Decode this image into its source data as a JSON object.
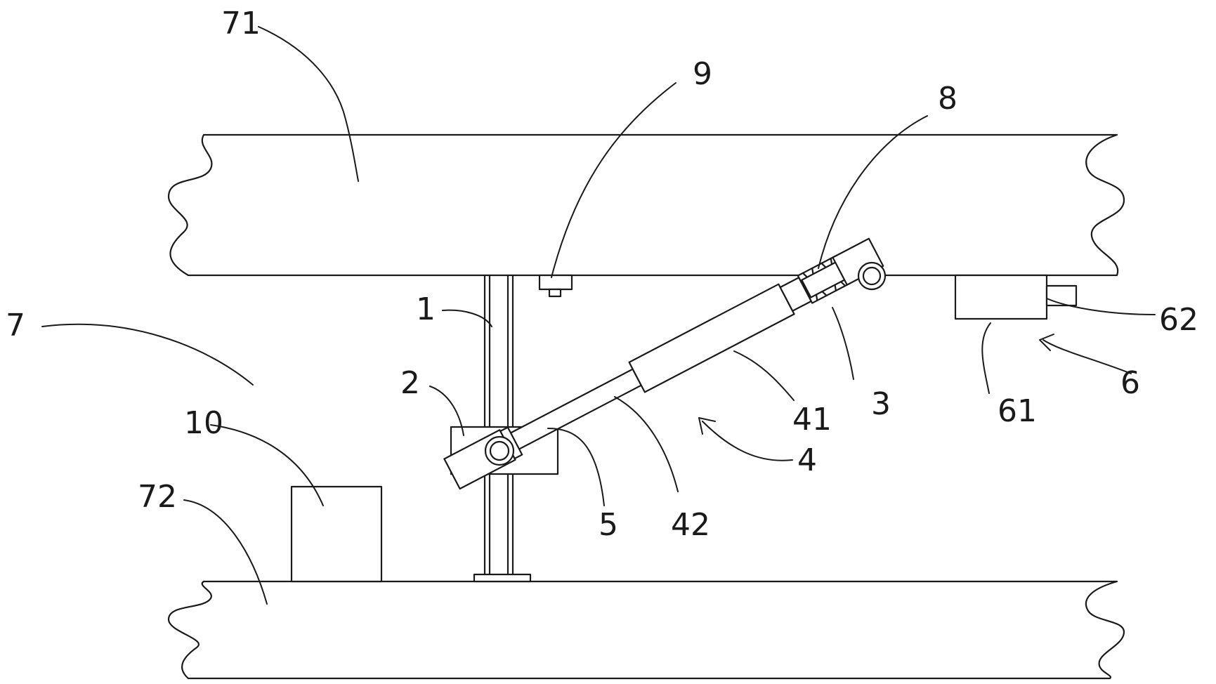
{
  "labels": {
    "l71": "71",
    "l9": "9",
    "l8": "8",
    "l7": "7",
    "l1": "1",
    "l62": "62",
    "l2": "2",
    "l3": "3",
    "l41": "41",
    "l61": "61",
    "l6": "6",
    "l10": "10",
    "l4": "4",
    "l72": "72",
    "l5": "5",
    "l42": "42"
  },
  "colors": {
    "line": "#1a1a1a",
    "background": "#ffffff"
  }
}
